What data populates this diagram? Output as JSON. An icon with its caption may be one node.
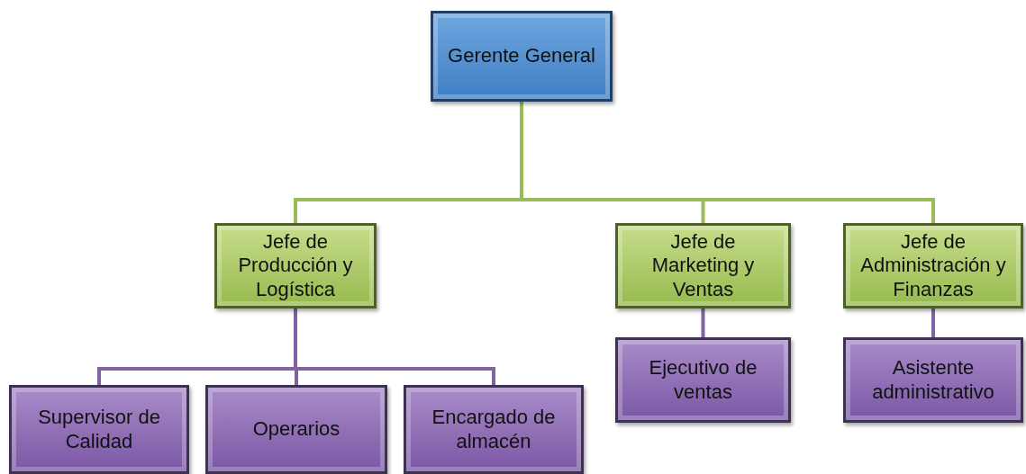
{
  "diagram": {
    "nodes": [
      {
        "text": [
          "Gerente General"
        ]
      },
      {
        "text": [
          "Jefe de Producción y Logística"
        ]
      },
      {
        "text": [
          "Jefe de Marketing y Ventas"
        ]
      },
      {
        "text": [
          "Jefe de Administración y Finanzas"
        ]
      },
      {
        "text": [
          "Supervisor de Calidad"
        ]
      },
      {
        "text": [
          "Operarios"
        ]
      },
      {
        "text": [
          "Encargado de almacén"
        ]
      },
      {
        "text": [
          "Ejecutivo de ventas"
        ]
      },
      {
        "text": [
          "Asistente administrativo"
        ]
      }
    ],
    "edges": [
      {
        "from": 0,
        "to": 1,
        "arrow": "none",
        "color": "#9bbb59"
      },
      {
        "from": 0,
        "to": 2,
        "arrow": "none",
        "color": "#9bbb59"
      },
      {
        "from": 0,
        "to": 3,
        "arrow": "none",
        "color": "#9bbb59"
      },
      {
        "from": 1,
        "to": 4,
        "arrow": "none",
        "color": "#8064a2"
      },
      {
        "from": 1,
        "to": 5,
        "arrow": "none",
        "color": "#8064a2"
      },
      {
        "from": 1,
        "to": 6,
        "arrow": "none",
        "color": "#8064a2"
      },
      {
        "from": 2,
        "to": 7,
        "arrow": "none",
        "color": "#8064a2"
      },
      {
        "from": 3,
        "to": 8,
        "arrow": "none",
        "color": "#8064a2"
      }
    ]
  }
}
